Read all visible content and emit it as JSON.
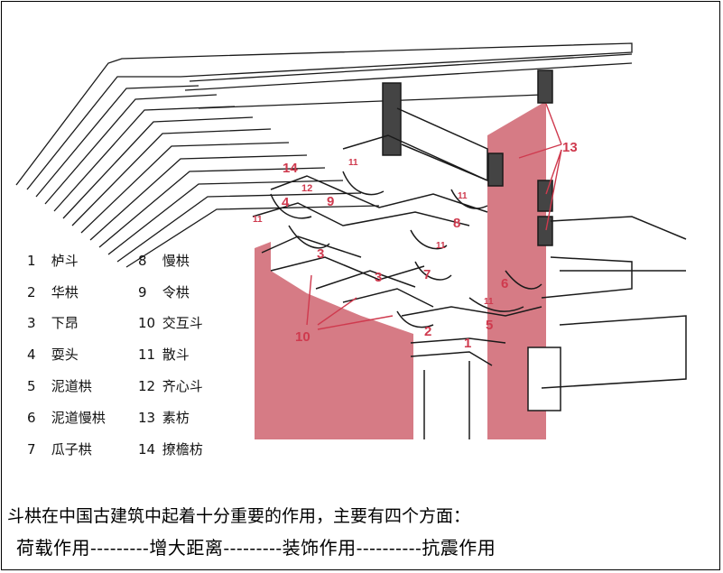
{
  "colors": {
    "highlight": "#cf6470",
    "callout": "#cf3a4e",
    "line": "#1a1a1a"
  },
  "legend": [
    {
      "num": "1",
      "label": "栌斗"
    },
    {
      "num": "2",
      "label": "华栱"
    },
    {
      "num": "3",
      "label": "下昂"
    },
    {
      "num": "4",
      "label": "耍头"
    },
    {
      "num": "5",
      "label": "泥道栱"
    },
    {
      "num": "6",
      "label": "泥道慢栱"
    },
    {
      "num": "7",
      "label": "瓜子栱"
    },
    {
      "num": "8",
      "label": "慢栱"
    },
    {
      "num": "9",
      "label": "令栱"
    },
    {
      "num": "10",
      "label": "交互斗"
    },
    {
      "num": "11",
      "label": "散斗"
    },
    {
      "num": "12",
      "label": "齐心斗"
    },
    {
      "num": "13",
      "label": "素枋"
    },
    {
      "num": "14",
      "label": "撩檐枋"
    }
  ],
  "callouts": {
    "n1": "1",
    "n2": "2",
    "n3a": "3",
    "n3b": "3",
    "n4": "4",
    "n5": "5",
    "n6": "6",
    "n7": "7",
    "n8": "8",
    "n9": "9",
    "n10": "10",
    "n12": "12",
    "n13": "13",
    "n14": "14",
    "n11": "11"
  },
  "caption": {
    "line1": "斗栱在中国古建筑中起着十分重要的作用，主要有四个方面：",
    "line2": "荷载作用---------增大距离---------装饰作用----------抗震作用"
  }
}
